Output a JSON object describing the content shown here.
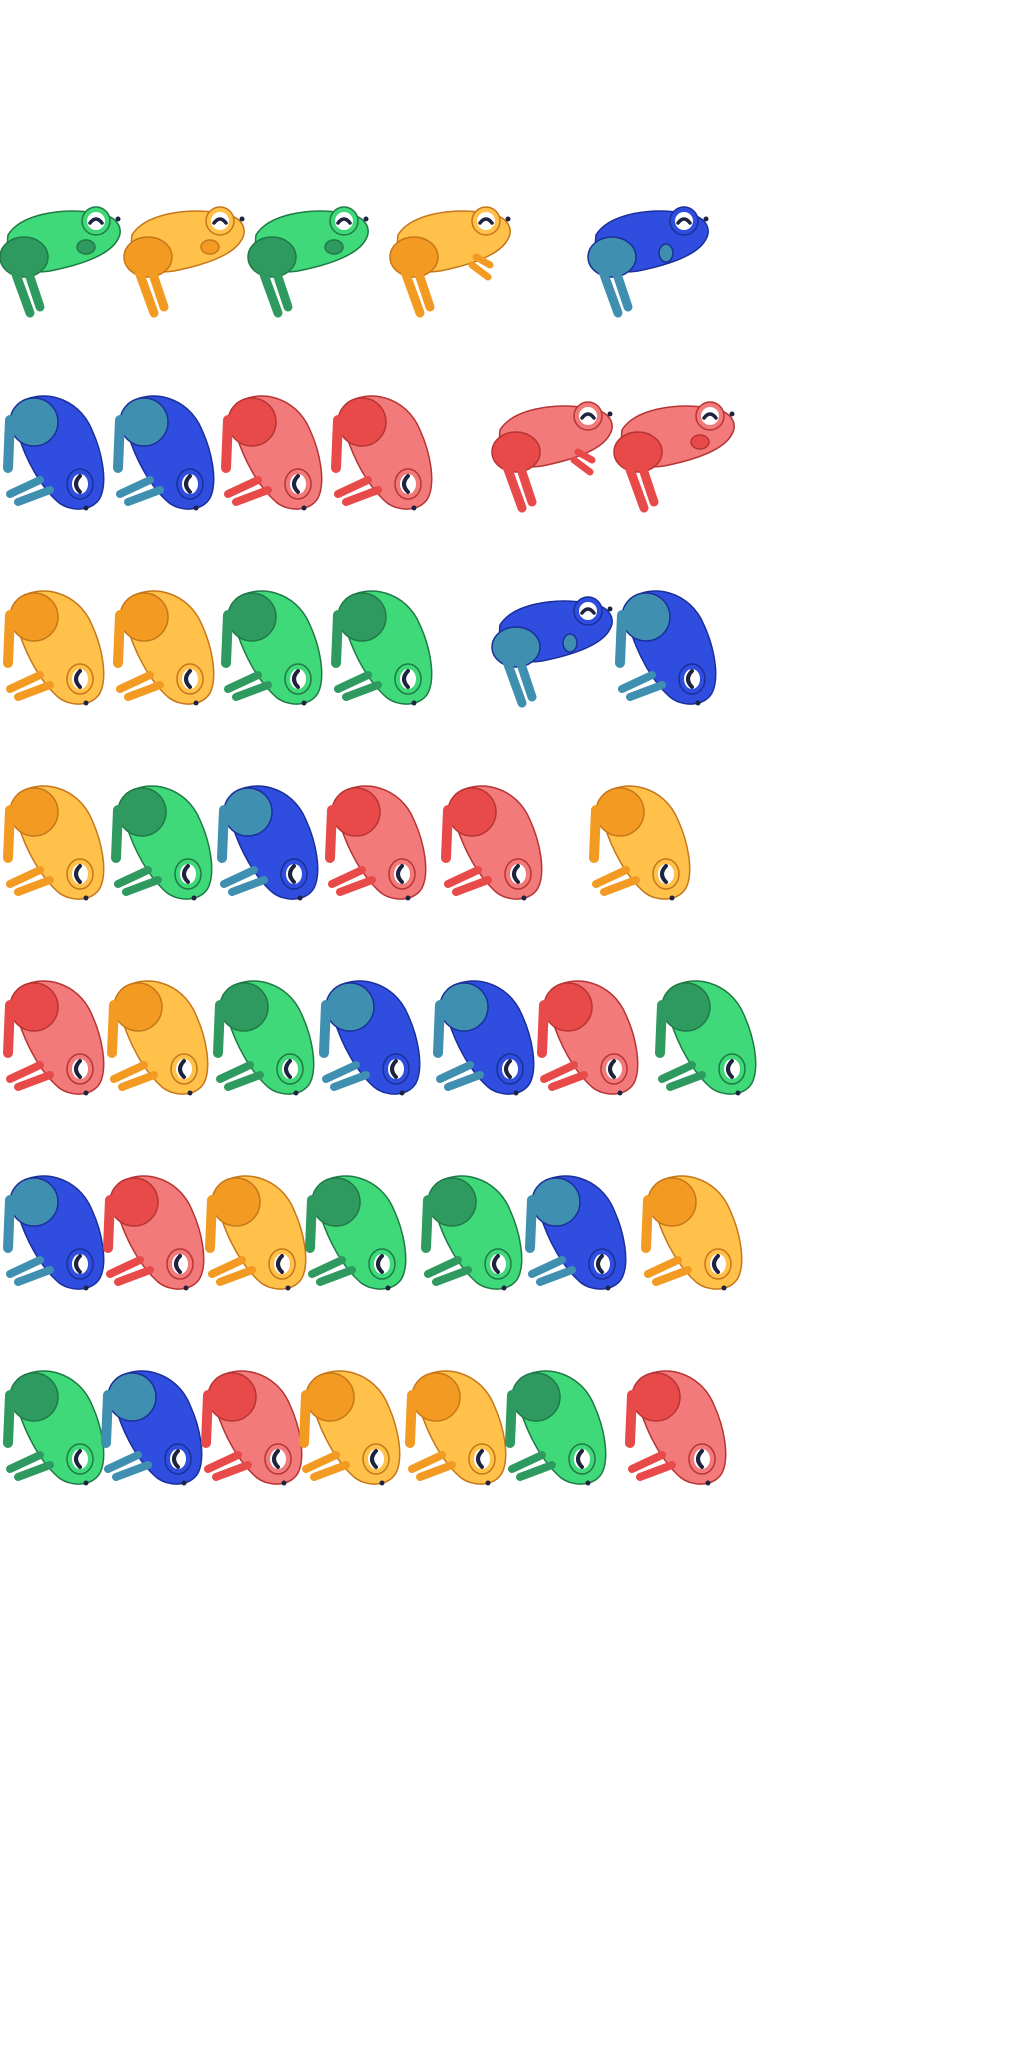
{
  "sprite_sheet": {
    "background": "#ffffff",
    "palettes": {
      "green": {
        "body": "#3fd97a",
        "dark": "#2f9a60",
        "outline": "#1f7a45"
      },
      "yellow": {
        "body": "#ffc14a",
        "dark": "#f29a22",
        "outline": "#c7761a"
      },
      "blue": {
        "body": "#2f4ee0",
        "dark": "#3f8fb0",
        "outline": "#1b2f9a"
      },
      "red": {
        "body": "#f27a7a",
        "dark": "#e84a4a",
        "outline": "#b83434"
      }
    },
    "rows": [
      {
        "pose": "side",
        "frogs": [
          "green",
          "yellow",
          "green",
          "yellow",
          "blue"
        ]
      },
      {
        "pose": "mixed",
        "frogs": [
          "blue",
          "blue",
          "red",
          "red",
          "red",
          "red"
        ]
      },
      {
        "pose": "mixed",
        "frogs": [
          "yellow",
          "yellow",
          "green",
          "green",
          "blue",
          "blue"
        ]
      },
      {
        "pose": "sit",
        "frogs": [
          "yellow",
          "green",
          "blue",
          "red",
          "red",
          "yellow"
        ]
      },
      {
        "pose": "sit",
        "frogs": [
          "red",
          "yellow",
          "green",
          "blue",
          "blue",
          "red",
          "green"
        ]
      },
      {
        "pose": "sit",
        "frogs": [
          "blue",
          "red",
          "yellow",
          "green",
          "green",
          "blue",
          "yellow"
        ]
      },
      {
        "pose": "sit",
        "frogs": [
          "green",
          "blue",
          "red",
          "yellow",
          "yellow",
          "green",
          "red"
        ]
      }
    ]
  }
}
